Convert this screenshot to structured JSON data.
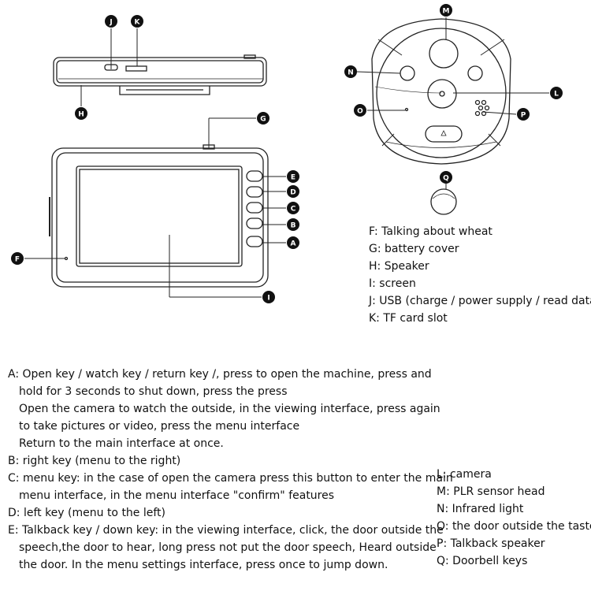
{
  "labels": {
    "A": "A",
    "B": "B",
    "C": "C",
    "D": "D",
    "E": "E",
    "F": "F",
    "G": "G",
    "H": "H",
    "I": "I",
    "J": "J",
    "K": "K",
    "L": "L",
    "M": "M",
    "N": "N",
    "O": "O",
    "P": "P",
    "Q": "Q"
  },
  "legend_right": [
    "F: Talking about wheat",
    "G: battery cover",
    "H: Speaker",
    "I: screen",
    "J: USB (charge / power supply / read data)",
    "K: TF card slot"
  ],
  "legend_bottom": [
    "A: Open key / watch key / return key /, press to open the machine, press and",
    "hold for 3 seconds to shut down, press the press",
    "Open the camera to watch the outside, in the viewing interface, press again",
    "to take pictures or video, press the menu interface",
    "Return to the main interface at once.",
    "B: right key (menu to the right)",
    "C: menu key: in the case of open the camera press this button to enter the main",
    "menu interface, in the menu interface \"confirm\" features",
    "D: left key (menu to the  left)",
    "E: Talkback key / down key: in the viewing interface, click, the door outside the",
    "speech,the door to hear, long press not put the door speech, Heard outside",
    "the door. In the menu settings interface, press once to jump  down."
  ],
  "legend_lq": [
    "L: camera",
    "M: PLR sensor head",
    "N: Infrared light",
    "O: the door outside the taste",
    "P: Talkback speaker",
    "Q: Doorbell keys"
  ]
}
